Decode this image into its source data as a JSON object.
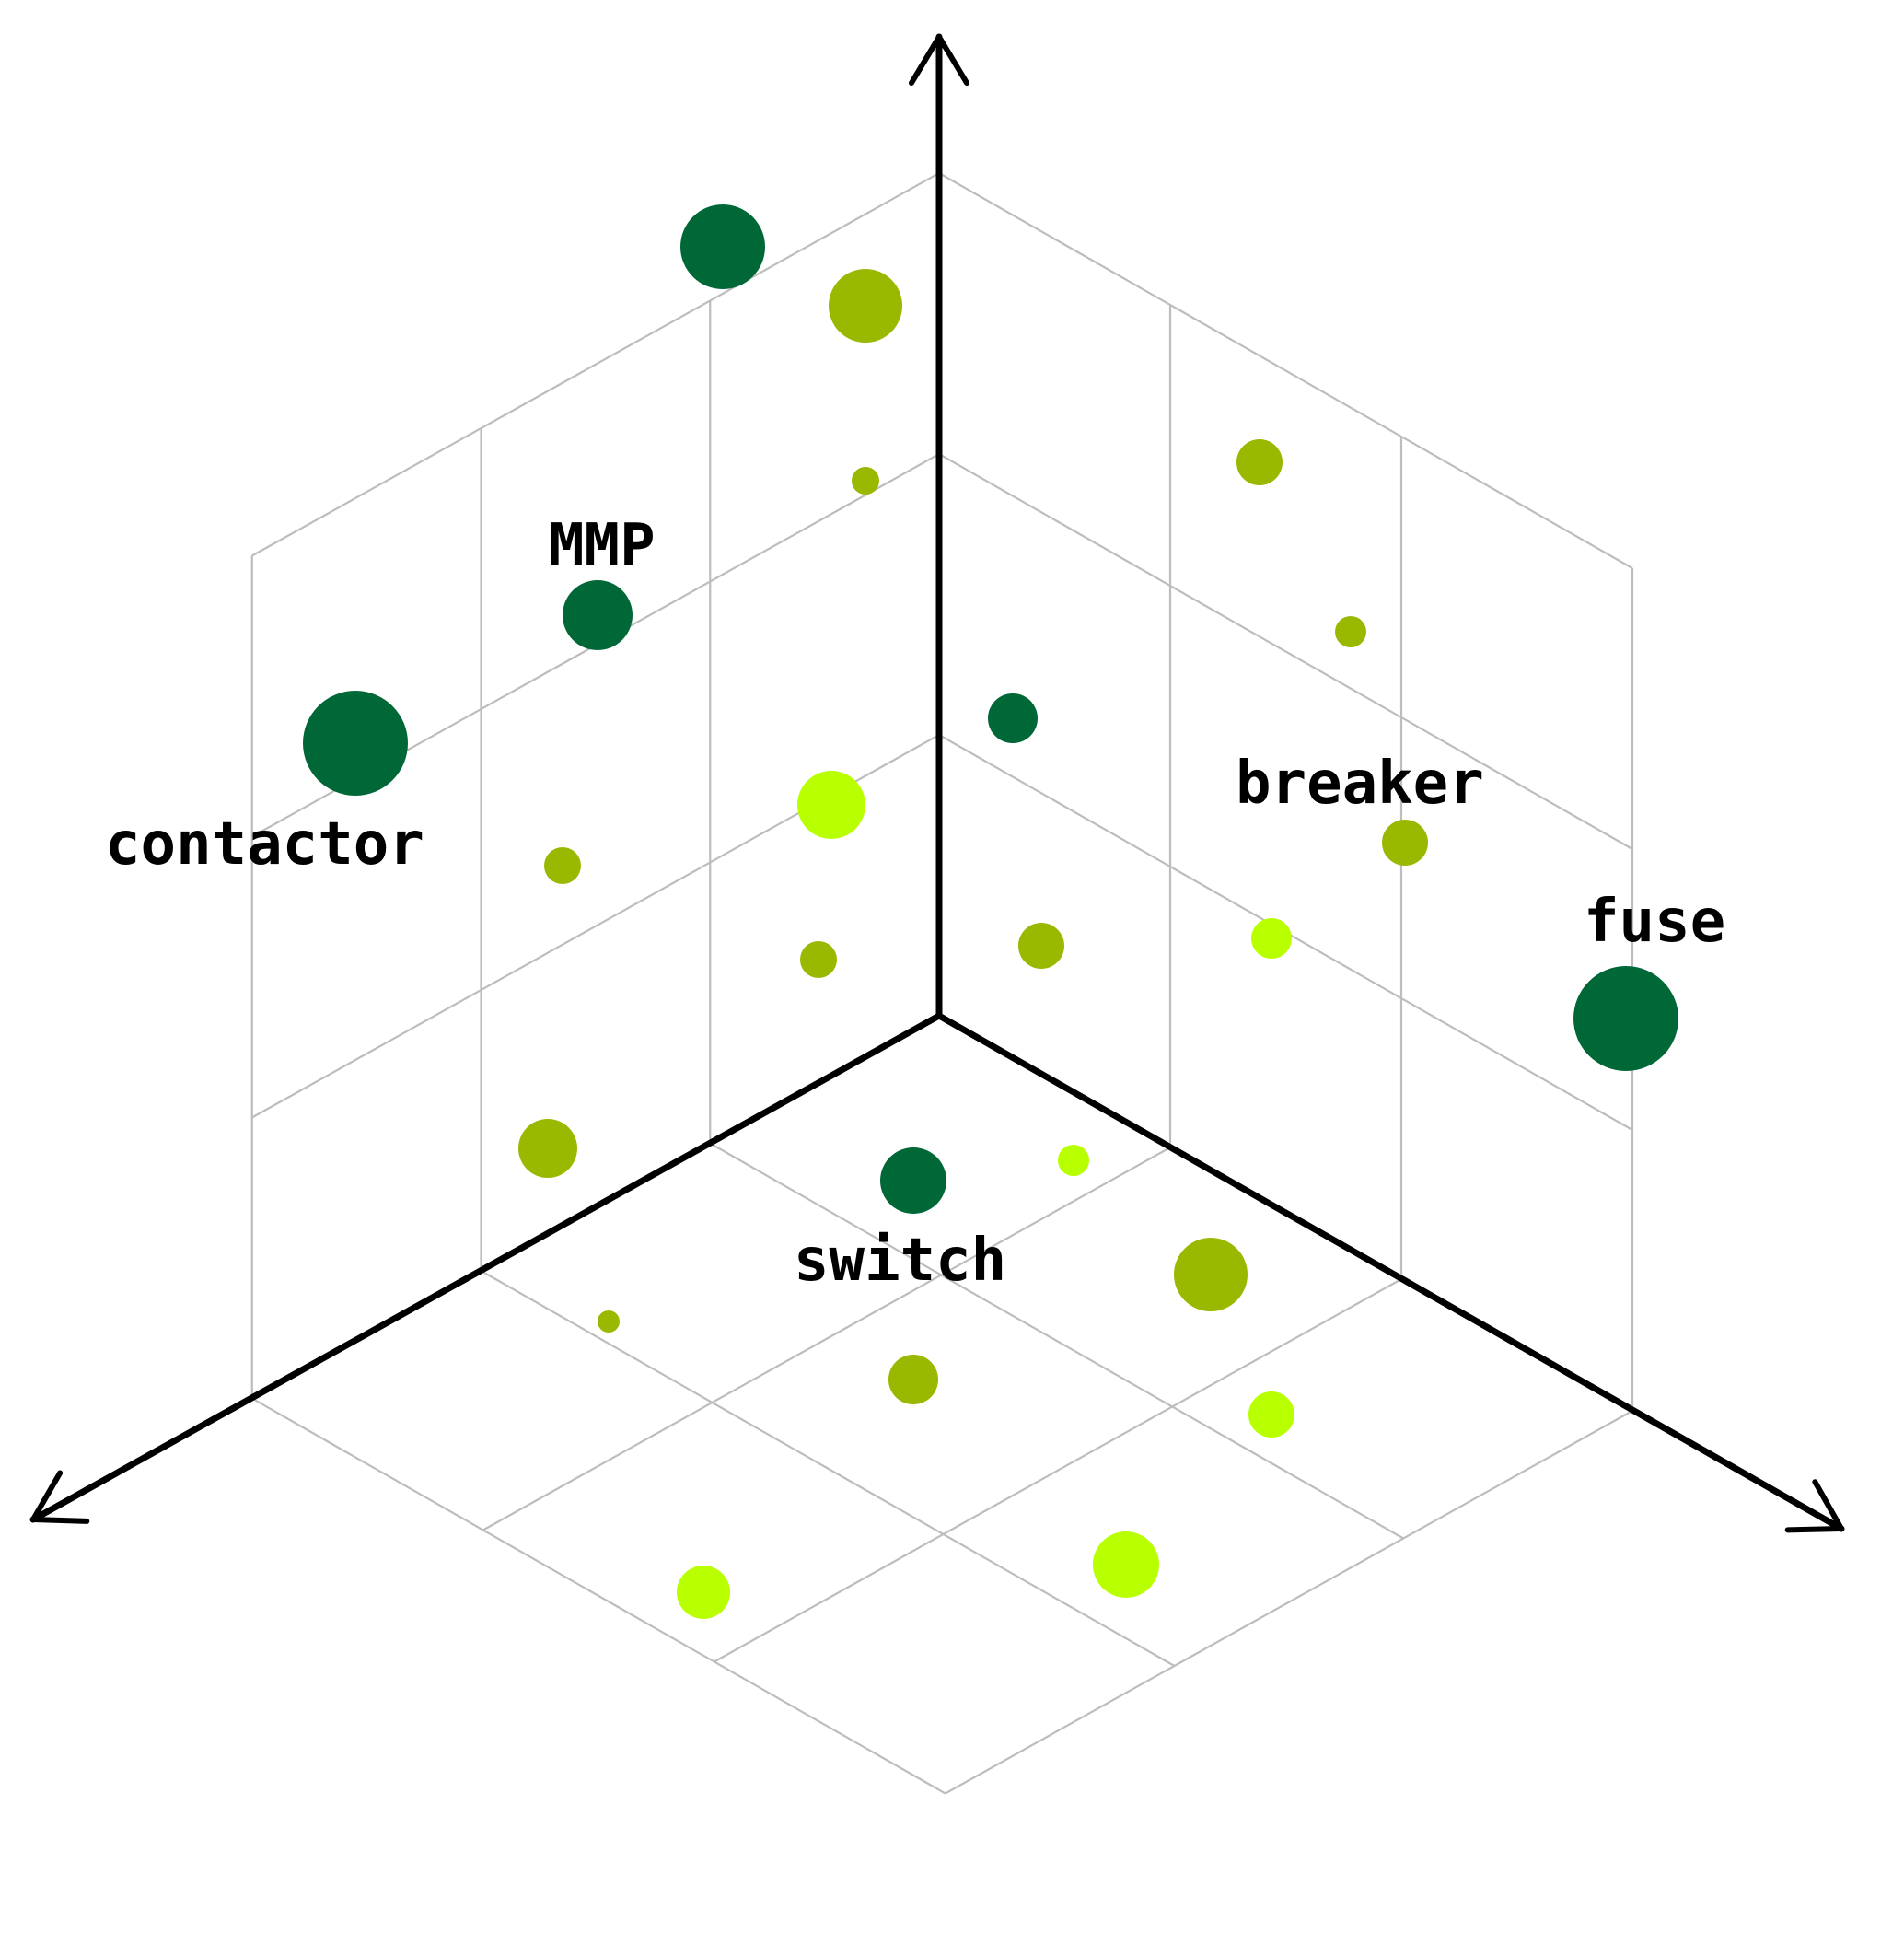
{
  "colors": {
    "background": "#ffffff",
    "grid": "#bdbdbd",
    "axis": "#000000",
    "dark_green": "#006837",
    "olive_green": "#99b800",
    "lime": "#b8ff00"
  },
  "labels": {
    "contactor": "contactor",
    "mmp": "MMP",
    "breaker": "breaker",
    "fuse": "fuse",
    "switch": "switch"
  }
}
